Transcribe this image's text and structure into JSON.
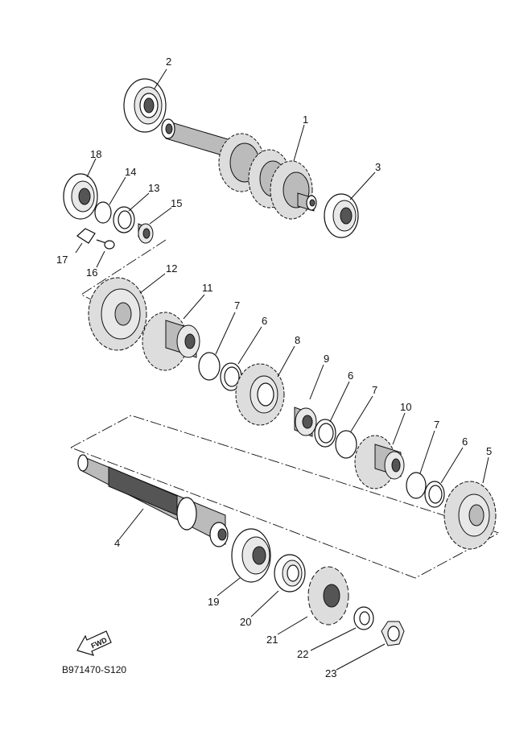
{
  "diagram_code": "B971470-S120",
  "fwd_label": "FWD",
  "callouts": [
    {
      "id": "c1",
      "text": "1"
    },
    {
      "id": "c2",
      "text": "2"
    },
    {
      "id": "c3",
      "text": "3"
    },
    {
      "id": "c4",
      "text": "4"
    },
    {
      "id": "c5",
      "text": "5"
    },
    {
      "id": "c6a",
      "text": "6"
    },
    {
      "id": "c6b",
      "text": "6"
    },
    {
      "id": "c6c",
      "text": "6"
    },
    {
      "id": "c7a",
      "text": "7"
    },
    {
      "id": "c7b",
      "text": "7"
    },
    {
      "id": "c7c",
      "text": "7"
    },
    {
      "id": "c8",
      "text": "8"
    },
    {
      "id": "c9",
      "text": "9"
    },
    {
      "id": "c10",
      "text": "10"
    },
    {
      "id": "c11",
      "text": "11"
    },
    {
      "id": "c12",
      "text": "12"
    },
    {
      "id": "c13",
      "text": "13"
    },
    {
      "id": "c14",
      "text": "14"
    },
    {
      "id": "c15",
      "text": "15"
    },
    {
      "id": "c16",
      "text": "16"
    },
    {
      "id": "c17",
      "text": "17"
    },
    {
      "id": "c18",
      "text": "18"
    },
    {
      "id": "c19",
      "text": "19"
    },
    {
      "id": "c20",
      "text": "20"
    },
    {
      "id": "c21",
      "text": "21"
    },
    {
      "id": "c22",
      "text": "22"
    },
    {
      "id": "c23",
      "text": "23"
    }
  ]
}
